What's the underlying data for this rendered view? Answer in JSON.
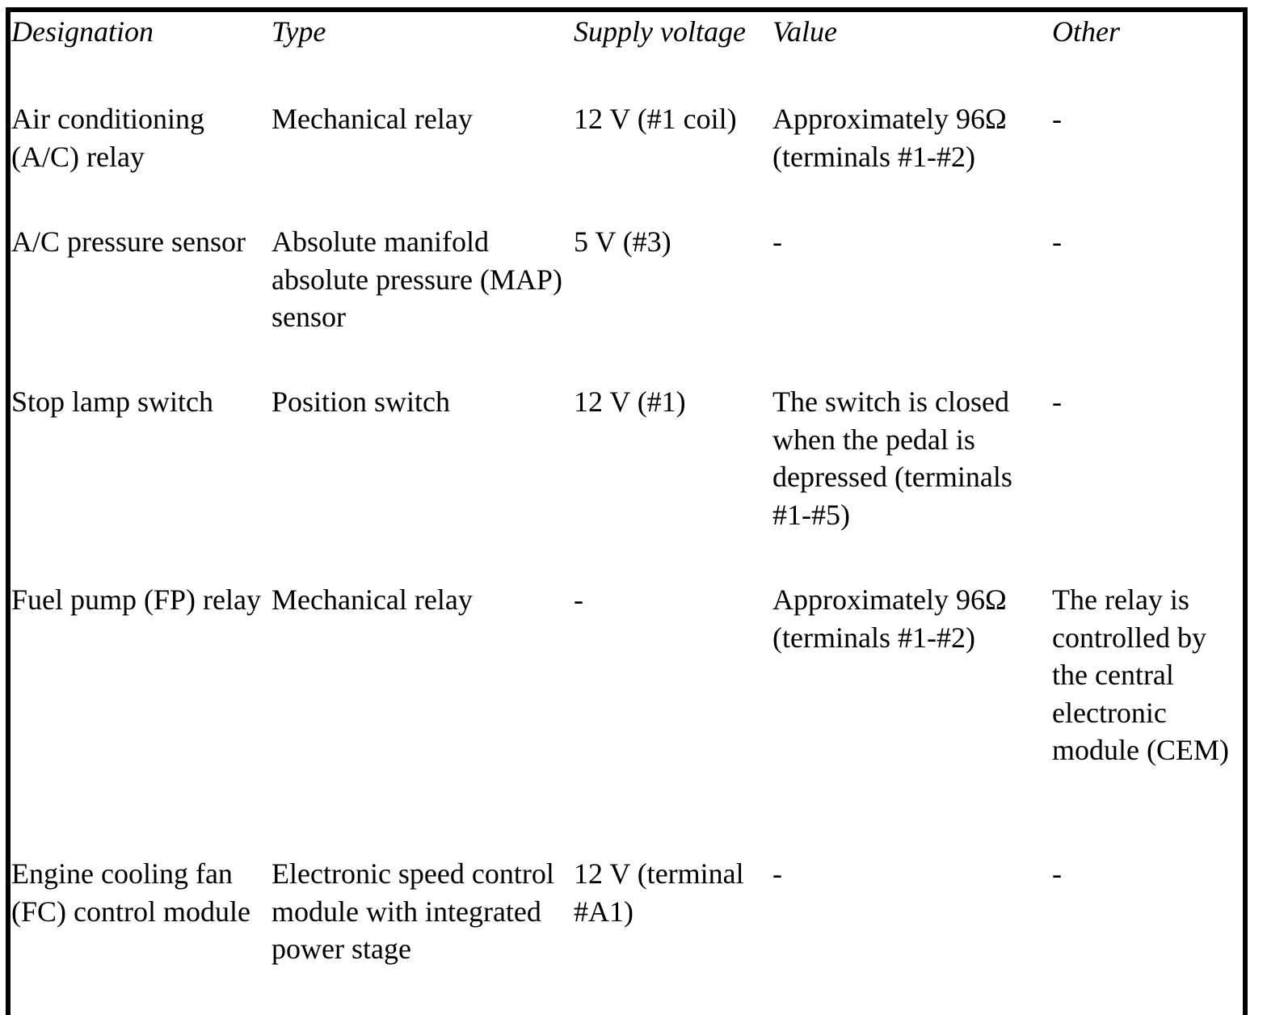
{
  "headers": {
    "designation": "Designation",
    "type": "Type",
    "supply_voltage": "Supply voltage",
    "value": "Value",
    "other": "Other"
  },
  "rows": [
    {
      "designation": "Air conditioning (A/C) relay",
      "type": "Mechanical relay",
      "supply_voltage": "12 V (#1 coil)",
      "value": "Approximately 96Ω (terminals #1-#2)",
      "other": "-"
    },
    {
      "designation": "A/C pressure sensor",
      "type": "Absolute manifold absolute pressure (MAP) sensor",
      "supply_voltage": "5 V (#3)",
      "value": "-",
      "other": "-"
    },
    {
      "designation": "Stop lamp switch",
      "type": "Position switch",
      "supply_voltage": "12 V (#1)",
      "value": "The switch is closed when the pedal is depressed (terminals #1-#5)",
      "other": "-"
    },
    {
      "designation": "Fuel pump (FP) relay",
      "type": "Mechanical relay",
      "supply_voltage": "-",
      "value": "Approximately 96Ω (terminals #1-#2)",
      "other": "The relay is controlled by the central electronic module (CEM)"
    },
    {
      "designation": "Engine cooling fan (FC) control module",
      "type": "Electronic speed control module with integrated power stage",
      "supply_voltage": "12 V (terminal #A1)",
      "value": "-",
      "other": "-"
    }
  ]
}
